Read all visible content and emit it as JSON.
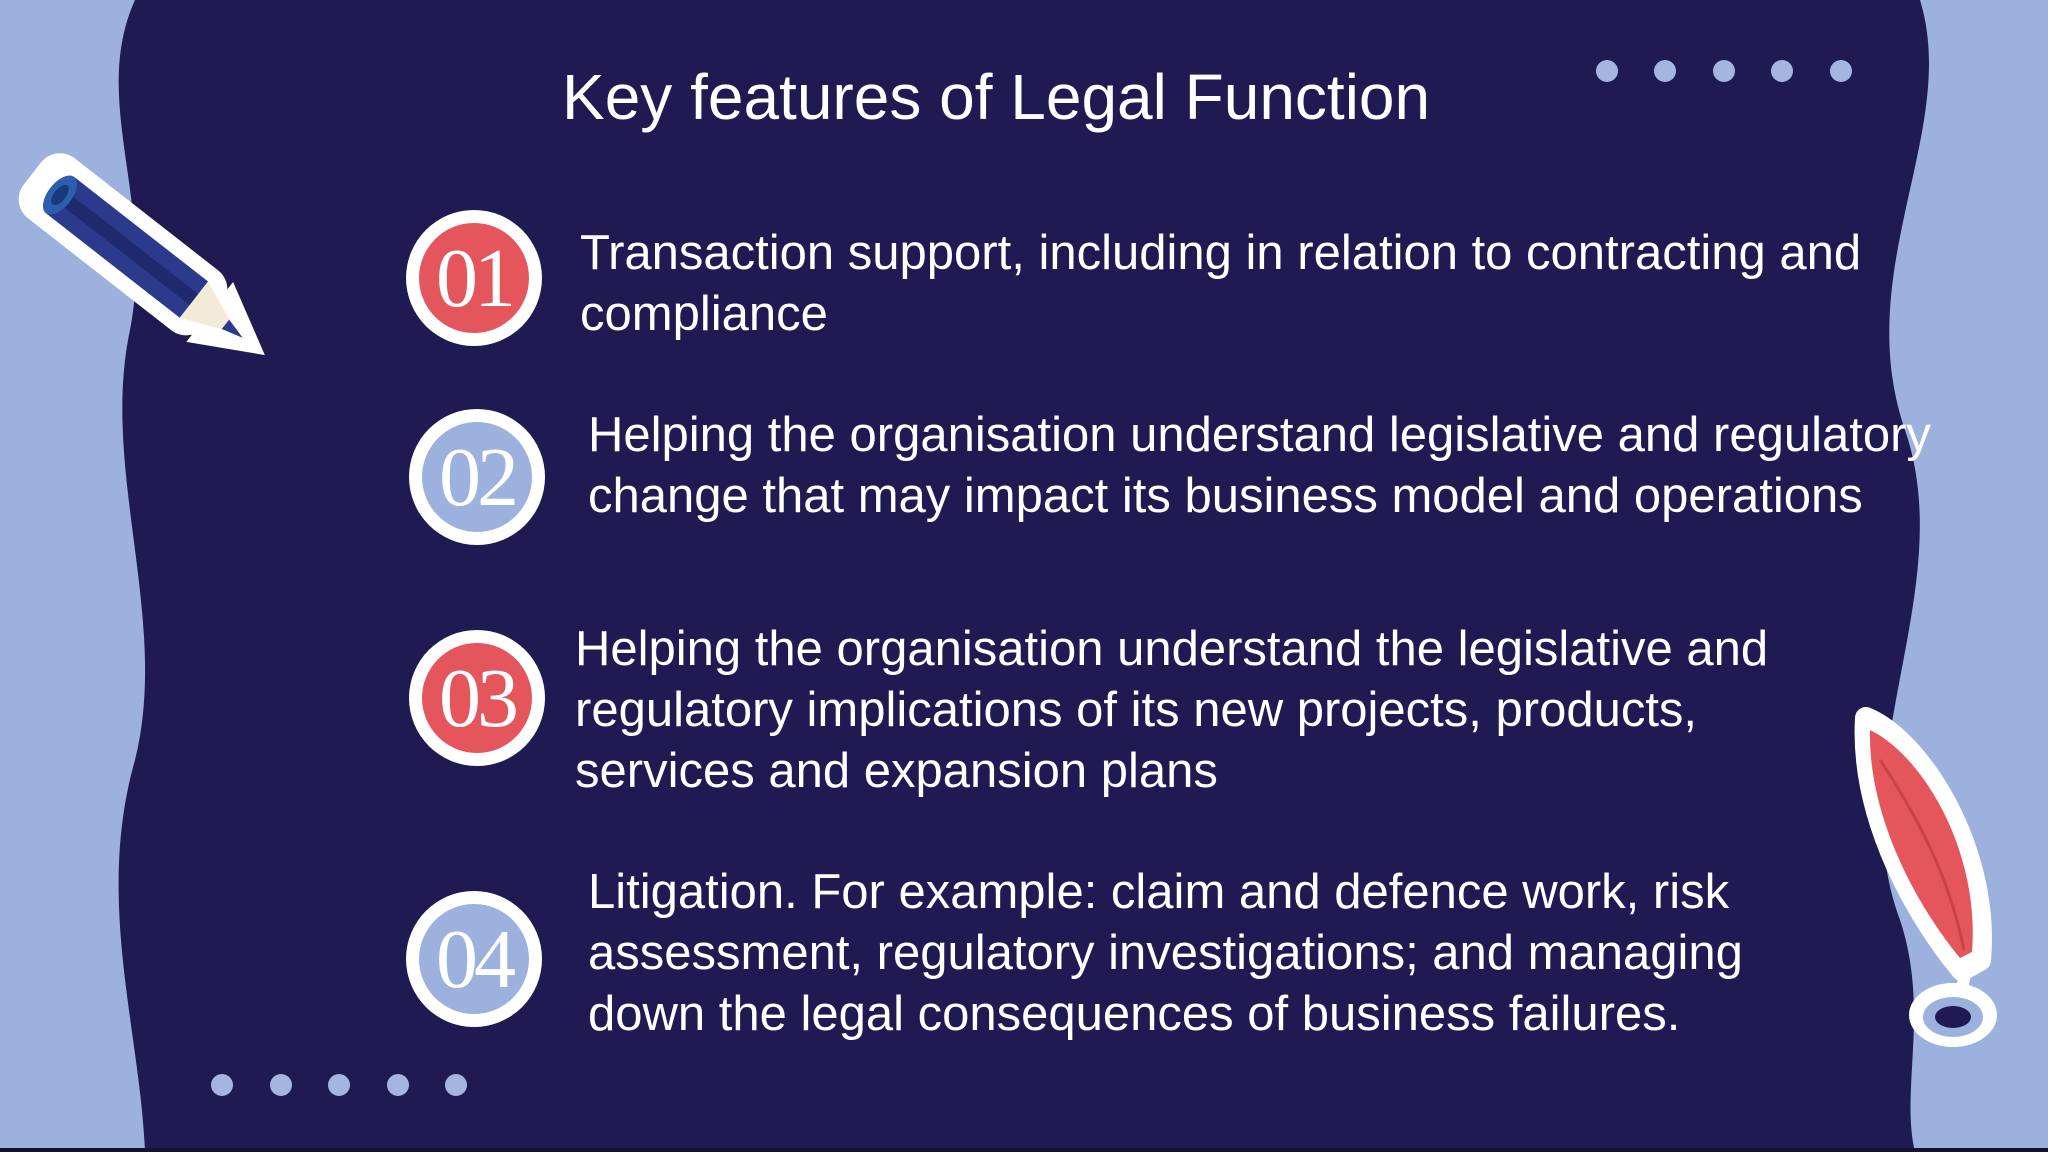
{
  "slide": {
    "title": "Key features of Legal Function"
  },
  "colors": {
    "background_outer": "#9db1df",
    "panel": "#1f1a52",
    "accent_red": "#e5565c",
    "accent_blue": "#9db1df",
    "text": "#ffffff"
  },
  "items": [
    {
      "number": "01",
      "color": "red",
      "text": "Transaction support, including in relation to contracting and compliance"
    },
    {
      "number": "02",
      "color": "blue",
      "text": "Helping the organisation understand legislative and regulatory change that may impact its business model and operations"
    },
    {
      "number": "03",
      "color": "red",
      "text": "Helping the organisation understand the legislative and regulatory implications of its new projects, products, services and expansion plans"
    },
    {
      "number": "04",
      "color": "blue",
      "text": "Litigation. For example: claim and defence work, risk assessment, regulatory investigations; and managing down the legal consequences of business failures."
    }
  ],
  "decorations": {
    "top_left": "pencil-icon",
    "bottom_right": "quill-ink-icon"
  }
}
